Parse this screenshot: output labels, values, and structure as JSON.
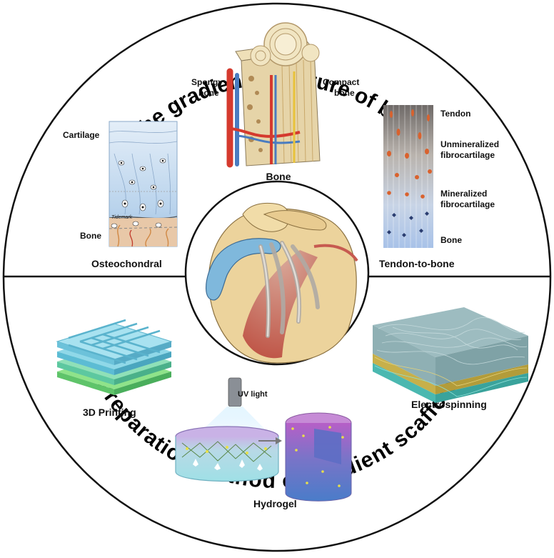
{
  "titles": {
    "top_arc": "The gradient structure of bone",
    "bottom_arc": "Preparation method of gradient scaffold"
  },
  "top_panel": {
    "bone": {
      "spongy": [
        "Spongy",
        "bone"
      ],
      "compact": [
        "Compact",
        "bone"
      ],
      "caption": "Bone"
    },
    "osteochondral": {
      "cartilage": "Cartilage",
      "tidemark": "Tidemark",
      "bone": "Bone",
      "caption": "Osteochondral"
    },
    "tendon": {
      "tendon": "Tendon",
      "unmineralized": [
        "Unmineralized",
        "fibrocartilage"
      ],
      "mineralized": [
        "Mineralized",
        "fibrocartilage"
      ],
      "bone": "Bone",
      "caption": "Tendon-to-bone"
    }
  },
  "bottom_panel": {
    "printing": "3D Printing",
    "electrospinning": "Electrospinning",
    "uv": "UV light",
    "hydrogel": "Hydrogel"
  },
  "colors": {
    "outline": "#111111",
    "bone_beige": "#e8d4a6",
    "cartilage_blue": "#7fb8dc",
    "red": "#d93b2f",
    "blue": "#4a7cc0"
  }
}
